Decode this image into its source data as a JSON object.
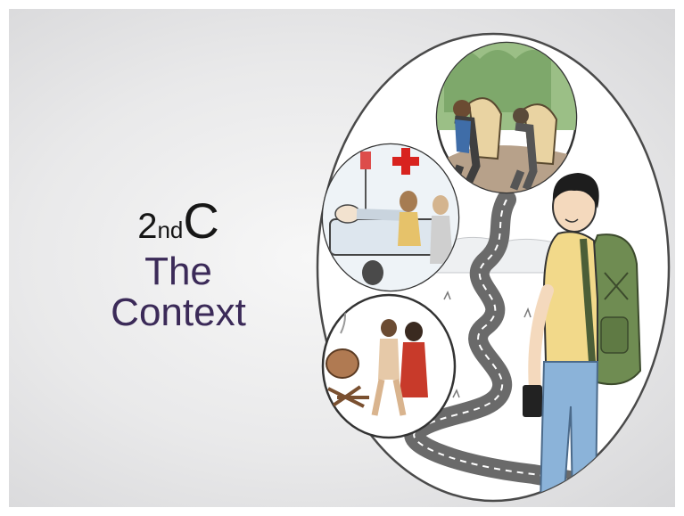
{
  "title": {
    "number": "2",
    "suffix": "nd",
    "letter": "C",
    "subtitle_line1": "The",
    "subtitle_line2": "Context"
  },
  "colors": {
    "title_text": "#161616",
    "subtitle_text": "#3b2a58",
    "medical_cross": "#d8231f",
    "road": "#6a6a6a",
    "backpack": "#6f8c52",
    "shirt": "#f2d98a",
    "jeans": "#8bb3d9"
  },
  "icons": [
    "traveller-figure",
    "porter-figures",
    "hospital-bed-scene",
    "medical-cross-icon",
    "cooking-fire-scene",
    "winding-road"
  ]
}
